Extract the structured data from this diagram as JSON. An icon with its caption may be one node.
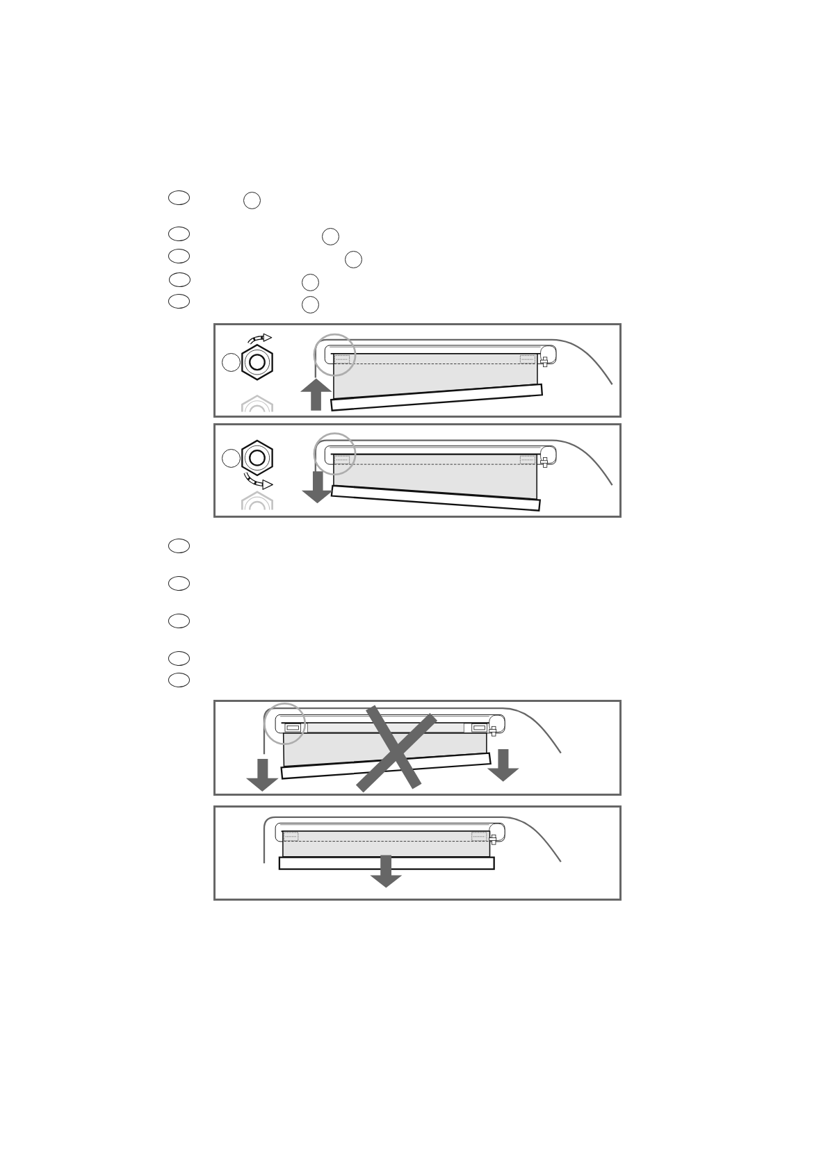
{
  "diagram": {
    "nodes": [
      {
        "text": [],
        "shape": "circle"
      },
      {
        "text": [],
        "shape": "circle"
      },
      {
        "text": [],
        "shape": "circle"
      },
      {
        "text": [],
        "shape": "circle"
      },
      {
        "text": [],
        "shape": "circle"
      },
      {
        "text": [],
        "shape": "circle"
      },
      {
        "text": [],
        "shape": "circle"
      },
      {
        "text": [],
        "shape": "circle"
      },
      {
        "text": [],
        "shape": "circle"
      },
      {
        "text": [],
        "shape": "circle"
      },
      {
        "text": [],
        "shape": "box"
      },
      {
        "text": [],
        "shape": "circle",
        "in": 10
      },
      {
        "text": [],
        "shape": "box"
      },
      {
        "text": [],
        "shape": "circle",
        "in": 12
      },
      {
        "text": [],
        "shape": "circle"
      },
      {
        "text": [],
        "shape": "circle"
      },
      {
        "text": [],
        "shape": "circle"
      },
      {
        "text": [],
        "shape": "circle"
      },
      {
        "text": [],
        "shape": "circle"
      },
      {
        "text": [],
        "shape": "box"
      },
      {
        "text": [],
        "shape": "box"
      }
    ]
  }
}
